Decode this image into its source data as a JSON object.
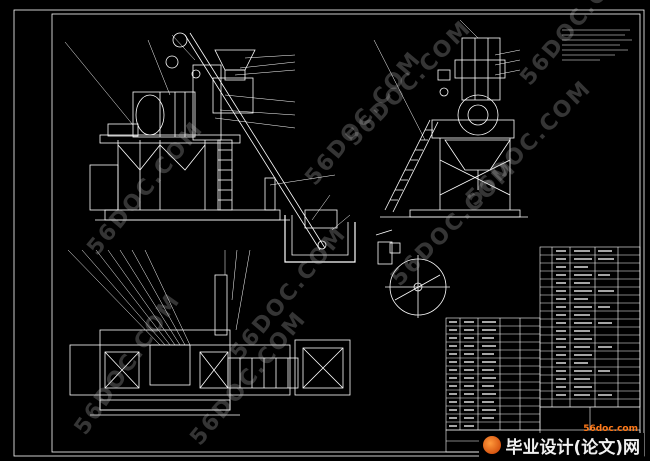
{
  "watermarks": [
    "56DOC.COM",
    "56DOC.COM",
    "56DOC.COM",
    "56DOC.COM",
    "56DOC.COM",
    "56DOC.COM",
    "56DOC.COM",
    "56DOC.COM",
    "56DOC.COM"
  ],
  "logo": {
    "brand": "毕业设计(论文)网",
    "url": "56doc.com"
  },
  "colors": {
    "background": "#000000",
    "line": "#ffffff",
    "watermark": "#bebebe",
    "logo_accent": "#ff7a1a"
  }
}
